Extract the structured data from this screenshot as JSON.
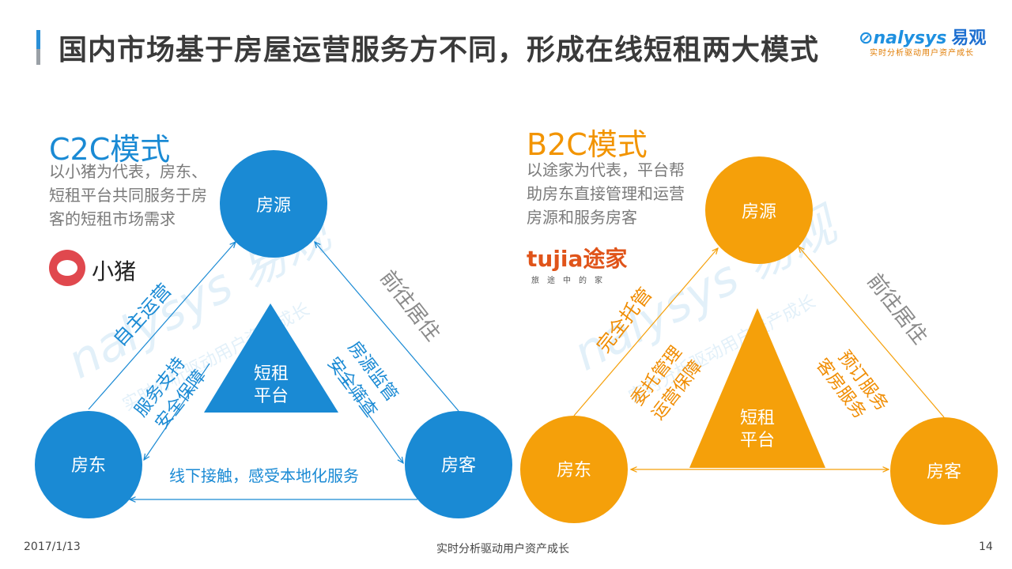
{
  "header": {
    "title": "国内市场基于房屋运营服务方不同，形成在线短租两大模式",
    "logo_text": "nalysys",
    "logo_cn": "易观",
    "logo_slogan": "实时分析驱动用户资产成长"
  },
  "watermark": {
    "text": "nalysys 易观",
    "slogan": "实时分析驱动用户资产成长"
  },
  "c2c": {
    "heading": "C2C模式",
    "description": [
      "以小猪为代表，房东、",
      "短租平台共同服务于房",
      "客的短租市场需求"
    ],
    "brand_name": "小猪",
    "nodes": {
      "top": "房源",
      "left": "房东",
      "right": "房客"
    },
    "center": [
      "短租",
      "平台"
    ],
    "edge_labels": {
      "left_edge": "自主运营",
      "right_edge": "前往居住",
      "inner_left": [
        "服务支持",
        "安全保障"
      ],
      "inner_right": [
        "房源监管",
        "安全筛查"
      ],
      "bottom": "线下接触，感受本地化服务"
    },
    "colors": {
      "node": "#1a8ad4",
      "label": "#1a8ad4",
      "gray": "#8a8a8a"
    }
  },
  "b2c": {
    "heading": "B2C模式",
    "description": [
      "以途家为代表，平台帮",
      "助房东直接管理和运营",
      "房源和服务房客"
    ],
    "brand_name": "tujia途家",
    "brand_sub": "旅途中的家",
    "nodes": {
      "top": "房源",
      "left": "房东",
      "right": "房客"
    },
    "center": [
      "短租",
      "平台"
    ],
    "edge_labels": {
      "left_edge": "完全托管",
      "right_edge": "前往居住",
      "inner_left": [
        "委托管理",
        "运营保障"
      ],
      "inner_right": [
        "预订服务",
        "客房服务"
      ]
    },
    "colors": {
      "node": "#f5a00a",
      "label": "#f08c00",
      "gray": "#8a8a8a"
    }
  },
  "footer": {
    "date": "2017/1/13",
    "slogan": "实时分析驱动用户资产成长",
    "page": "14"
  }
}
